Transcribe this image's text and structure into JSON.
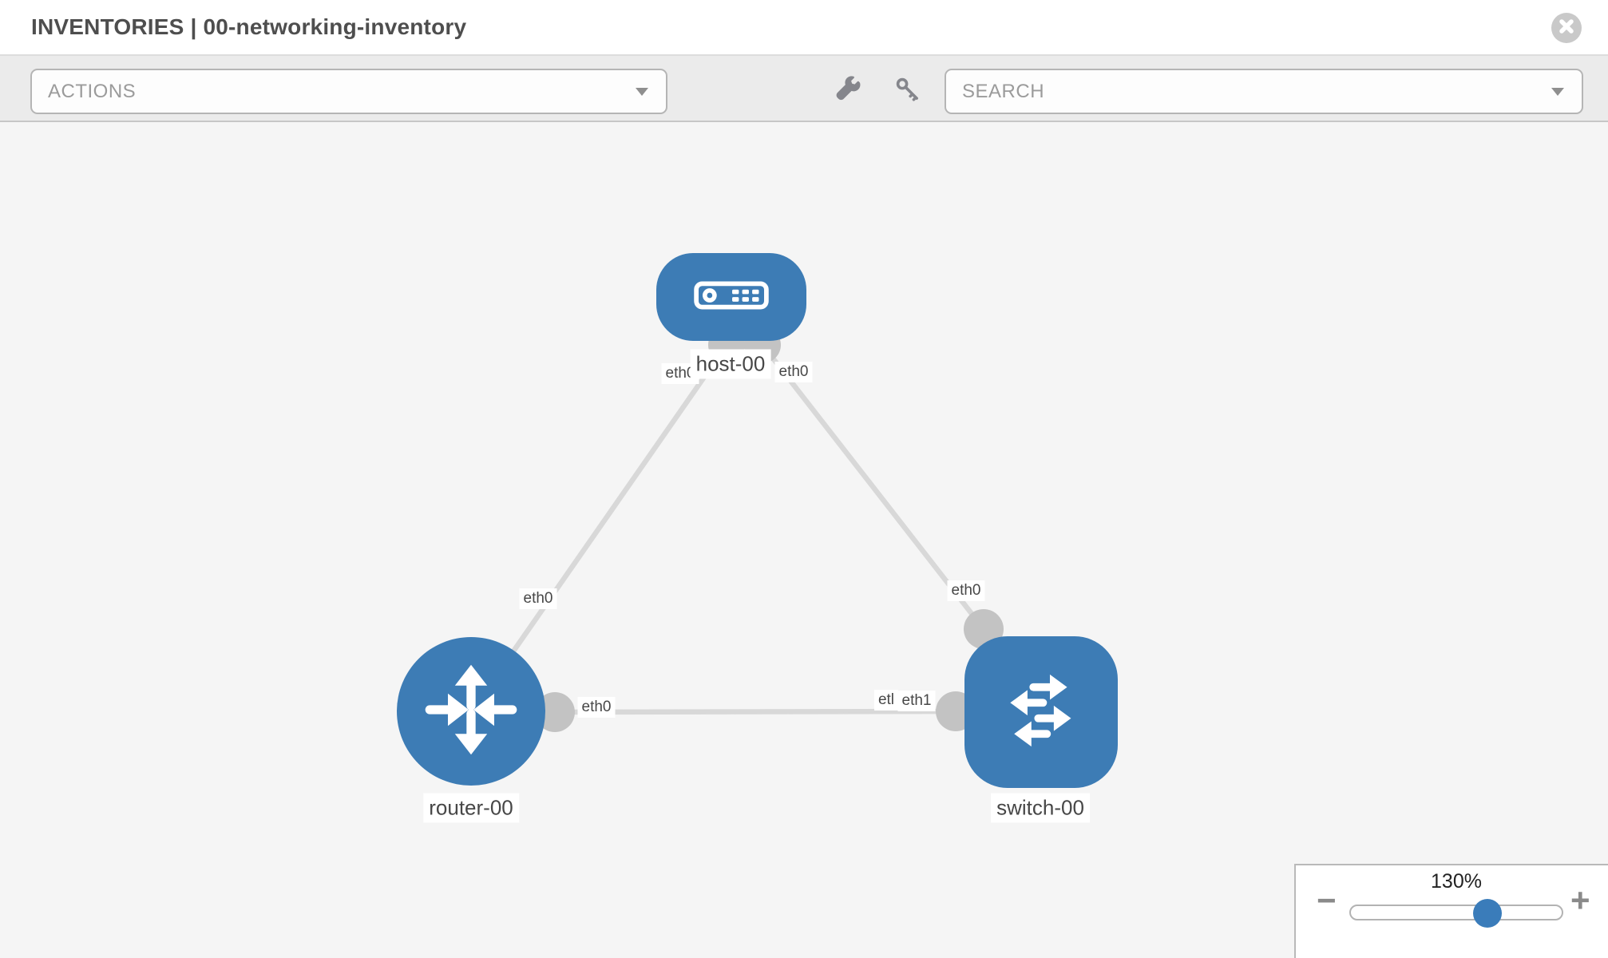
{
  "header": {
    "title": "INVENTORIES | 00-networking-inventory",
    "close_icon": "times-circle-icon"
  },
  "toolbar": {
    "actions_label": "ACTIONS",
    "search_label": "SEARCH",
    "icons": {
      "wrench": "wrench-icon",
      "key": "key-icon",
      "caret": "chevron-down-icon"
    }
  },
  "topology": {
    "nodes": [
      {
        "label": "host-00",
        "type": "host"
      },
      {
        "label": "router-00",
        "type": "router"
      },
      {
        "label": "switch-00",
        "type": "switch"
      }
    ],
    "links": [
      {
        "from": "host-00",
        "to": "router-00"
      },
      {
        "from": "host-00",
        "to": "switch-00"
      },
      {
        "from": "router-00",
        "to": "switch-00"
      }
    ],
    "interfaces": {
      "host_to_router": "eth0",
      "host_to_switch": "eth0",
      "router_to_host": "eth0",
      "switch_to_host": "eth0",
      "router_to_switch": "eth0",
      "switch_to_router": "eth1",
      "occluded_fragment": "etl"
    }
  },
  "zoom_control": {
    "value": "130%",
    "minus_label": "−",
    "plus_label": "+"
  },
  "colors": {
    "node_blue": "#3d7cb5",
    "canvas_bg": "#f5f5f5",
    "link_gray": "#d8d8d8",
    "port_gray": "#c3c3c3",
    "toolbar_bg": "#ebebeb"
  }
}
